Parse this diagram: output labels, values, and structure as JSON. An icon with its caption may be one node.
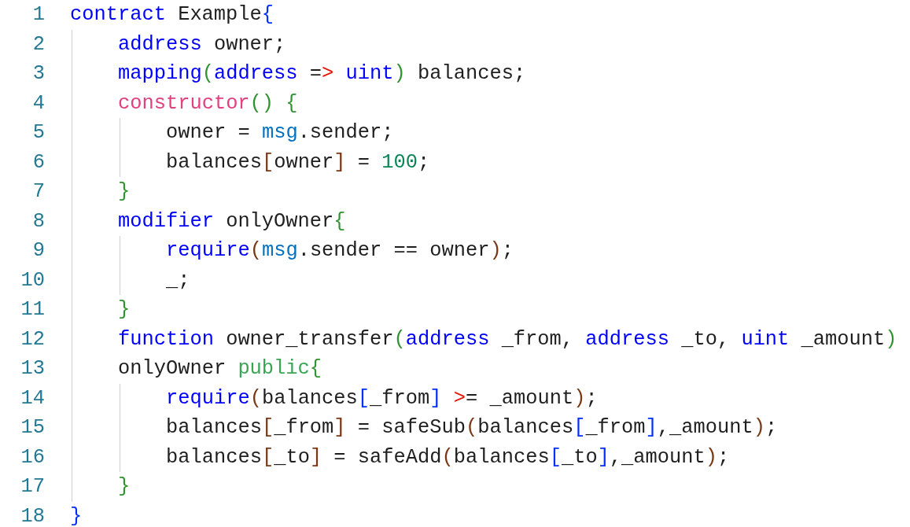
{
  "diagram": {
    "labels": [
      "1",
      "contract Example{",
      "2",
      "address owner;",
      "3",
      "mapping(address => uint) balances;",
      "4",
      "constructor() {",
      "5",
      "owner = msg.sender;",
      "6",
      "balances[owner] = 100;",
      "7",
      "}",
      "8",
      "modifier onlyOwner{",
      "9",
      "require(msg.sender == owner);",
      "10",
      "_;",
      "11",
      "}",
      "12",
      "function owner_transfer(address _from, address _to, uint _amount)",
      "13",
      "onlyOwner public{",
      "14",
      "require(balances[_from] >= _amount);",
      "15",
      "balances[_from] = safeSub(balances[_from],_amount);",
      "16",
      "balances[_to] = safeAdd(balances[_to],_amount);",
      "17",
      "}",
      "18",
      "}"
    ]
  }
}
